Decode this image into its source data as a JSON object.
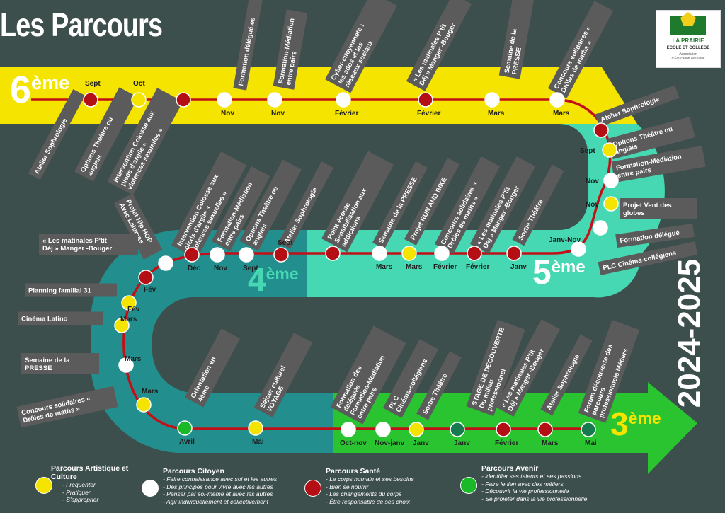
{
  "title": "Les Parcours",
  "year": "2024-2025",
  "colors": {
    "yellow": "#f4e400",
    "white": "#ffffff",
    "red": "#b30f14",
    "green": "#19b928",
    "dkgreen": "#177a4e",
    "teal5": "#46d8b3",
    "teal4": "#238e8e",
    "green3": "#2bc431",
    "tag": "#5b5b5b",
    "path": "#c21018"
  },
  "logo": {
    "name": "LA PRAIRIE",
    "line2": "ÉCOLE ET COLLÈGE",
    "line3a": "Association",
    "line3b": "d'Éducation Nouvelle"
  },
  "levels": [
    {
      "id": "6",
      "num": "6",
      "sup": "ème",
      "color": "#ffffff"
    },
    {
      "id": "5",
      "num": "5",
      "sup": "ème",
      "color": "#ffffff"
    },
    {
      "id": "4",
      "num": "4",
      "sup": "ème",
      "color": "#46d8b3"
    },
    {
      "id": "3",
      "num": "3",
      "sup": "ème",
      "color": "#f4e400"
    }
  ],
  "stops": [
    {
      "type": "red",
      "date": "Sept",
      "label": "Atelier Sophrologie"
    },
    {
      "type": "yellow",
      "date": "Oct",
      "label": "Options Théâtre ou anglais"
    },
    {
      "type": "red",
      "date": "",
      "label": "Intervention Colosse aux pieds d'argile « violences sexuelles »"
    },
    {
      "type": "white",
      "date": "Nov",
      "label": "Formation délégué.es"
    },
    {
      "type": "white",
      "date": "Nov",
      "label": "Formation-Médiation entre pairs"
    },
    {
      "type": "white",
      "date": "Février",
      "label": "Cyber-citoyenneté : les ados et les réseaux sociaux"
    },
    {
      "type": "red",
      "date": "Février",
      "label": "« Les matinales P'tit Déj » Manger -Bouger"
    },
    {
      "type": "white",
      "date": "Mars",
      "label": "Semaine de la PRESSE"
    },
    {
      "type": "white",
      "date": "Mars",
      "label": "Concours solidaires « Drôles de maths »"
    },
    {
      "type": "red",
      "date": "",
      "label": "Atelier Sophrologie"
    },
    {
      "type": "yellow",
      "date": "Sept",
      "label": "Options Théâtre ou anglais"
    },
    {
      "type": "white",
      "date": "Nov",
      "label": "Formation-Médiation entre pairs"
    },
    {
      "type": "yellow",
      "date": "Nov",
      "label": "Projet Vent des globes"
    },
    {
      "type": "white",
      "date": "",
      "label": "Formation délégué"
    },
    {
      "type": "white",
      "date": "Janv-Nov",
      "label": "PLC Cinéma-collégiens"
    },
    {
      "type": "red",
      "date": "Janv",
      "label": "Sortie Théâtre"
    },
    {
      "type": "red",
      "date": "Février",
      "label": "« Les matinales P'tit Déj » Manger -Bouger"
    },
    {
      "type": "white",
      "date": "Février",
      "label": "Concours solidaires « Drôles de maths »"
    },
    {
      "type": "yellow",
      "date": "Mars",
      "label": "Projet RUN AND BIKE"
    },
    {
      "type": "white",
      "date": "Mars",
      "label": "Semaine de la PRESSE"
    },
    {
      "type": "red",
      "date": "",
      "label": "Point écoute Sensibilisation aux addictions"
    },
    {
      "type": "red",
      "date": "Sept",
      "label": "Atelier Sophrologie"
    },
    {
      "type": "white",
      "date": "Sept",
      "label": "Options Théâtre ou anglais"
    },
    {
      "type": "white",
      "date": "Nov",
      "label": "Formation-Médiation entre pairs"
    },
    {
      "type": "red",
      "date": "Déc",
      "label": "Intervention Colosse aux pieds d'argile « Violences sexuelles »"
    },
    {
      "type": "white",
      "date": "",
      "label": "Projet Hip HOP Avec Lalumas"
    },
    {
      "type": "red",
      "date": "Fév",
      "label": "« Les matinales P'tit Déj » Manger -Bouger"
    },
    {
      "type": "yellow",
      "date": "Fév",
      "label": "Planning familial 31"
    },
    {
      "type": "yellow",
      "date": "Mars",
      "label": "Cinéma Latino"
    },
    {
      "type": "white",
      "date": "Mars",
      "label": "Semaine de la PRESSE"
    },
    {
      "type": "yellow",
      "date": "Mars",
      "label": "Concours solidaires « Drôles de maths »"
    },
    {
      "type": "green",
      "date": "Avril",
      "label": "Orientation en 4ème"
    },
    {
      "type": "yellow",
      "date": "Mai",
      "label": "Séjour culturel VOYAGE"
    },
    {
      "type": "white",
      "date": "Oct-nov",
      "label": "Formation des délégués Formation-Médiation entre pairs"
    },
    {
      "type": "white",
      "date": "Nov-janv",
      "label": "PLC Cinéma-collégiens"
    },
    {
      "type": "yellow",
      "date": "Janv",
      "label": "Sortie Théâtre"
    },
    {
      "type": "dkgreen",
      "date": "Janv",
      "label": "STAGE DE DECOUVERTE Du milieu professionnel"
    },
    {
      "type": "red",
      "date": "Février",
      "label": "« Les matinales P'tit Déj » Manger -Bouger"
    },
    {
      "type": "red",
      "date": "Mars",
      "label": "Atelier Sophrologie"
    },
    {
      "type": "dkgreen",
      "date": "Mai",
      "label": "Forum découverte des parcours professionnels Métiers"
    }
  ],
  "legend": [
    {
      "type": "yellow",
      "title": "Parcours Artistique et Culture",
      "items": [
        "- Fréquenter",
        "- Pratiquer",
        "- S'approprier"
      ]
    },
    {
      "type": "white",
      "title": "Parcours Citoyen",
      "items": [
        "- Faire connaissance avec soi et les autres",
        "- Des principes pour vivre avec les autres",
        "- Penser par soi-même et avec les autres",
        "- Agir individuellement et collectivement"
      ]
    },
    {
      "type": "red",
      "title": "Parcours Santé",
      "items": [
        "- Le corps humain et ses besoins",
        "- Bien se nourrir",
        "- Les changements du corps",
        "- Être responsable de ses choix"
      ]
    },
    {
      "type": "green",
      "title": "Parcours Avenir",
      "items": [
        "- identifier ses talents et ses passions",
        "- Faire le lien avec des métiers",
        "- Découvrir la vie professionnelle",
        "- Se projeter dans la vie professionnelle"
      ]
    }
  ]
}
